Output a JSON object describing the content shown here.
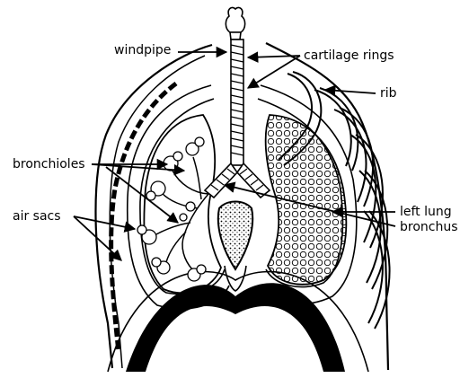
{
  "labels": {
    "windpipe": "windpipe",
    "cartilage_rings": "cartilage rings",
    "rib": "rib",
    "bronchioles": "bronchioles",
    "left_lung": "left lung",
    "air_sacs": "air sacs",
    "bronchus": "bronchus"
  },
  "colors": {
    "ink": "#000000",
    "paper": "#ffffff"
  }
}
